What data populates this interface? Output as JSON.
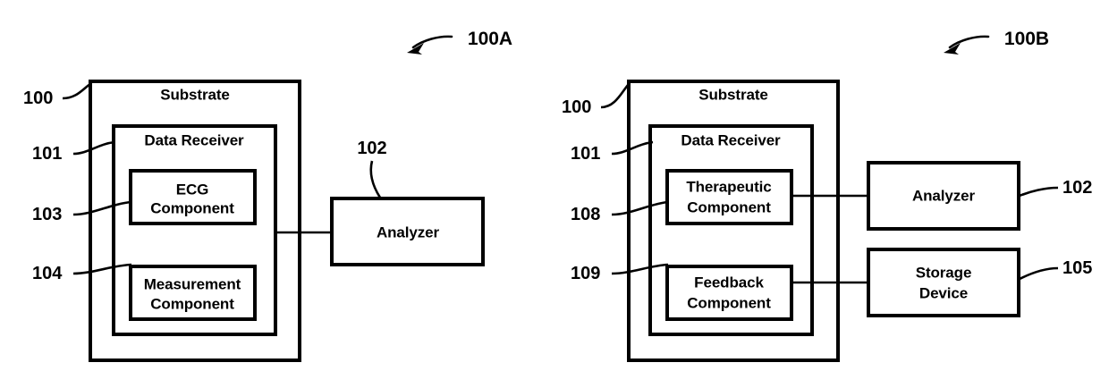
{
  "document": {
    "kind": "patent-figure",
    "background_color": "#ffffff",
    "line_color": "#000000"
  },
  "figures": [
    {
      "id": "figure-100a",
      "tag": "100A",
      "substrate": {
        "label": "Substrate",
        "ref": "100"
      },
      "data_receiver": {
        "label": "Data Receiver",
        "ref": "101"
      },
      "components": [
        {
          "id": "ecg-component",
          "label": "ECG\nComponent",
          "line1": "ECG",
          "line2": "Component",
          "ref": "103"
        },
        {
          "id": "measurement-component",
          "label": "Measurement\nComponent",
          "line1": "Measurement",
          "line2": "Component",
          "ref": "104"
        }
      ],
      "external_blocks": [
        {
          "id": "analyzer",
          "label": "Analyzer",
          "line1": "Analyzer",
          "line2": "",
          "ref": "102"
        }
      ]
    },
    {
      "id": "figure-100b",
      "tag": "100B",
      "substrate": {
        "label": "Substrate",
        "ref": "100"
      },
      "data_receiver": {
        "label": "Data Receiver",
        "ref": "101"
      },
      "components": [
        {
          "id": "therapeutic-component",
          "label": "Therapeutic\nComponent",
          "line1": "Therapeutic",
          "line2": "Component",
          "ref": "108"
        },
        {
          "id": "feedback-component",
          "label": "Feedback\nComponent",
          "line1": "Feedback",
          "line2": "Component",
          "ref": "109"
        }
      ],
      "external_blocks": [
        {
          "id": "analyzer",
          "label": "Analyzer",
          "line1": "Analyzer",
          "line2": "",
          "ref": "102"
        },
        {
          "id": "storage-device",
          "label": "Storage\nDevice",
          "line1": "Storage",
          "line2": "Device",
          "ref": "105"
        }
      ]
    }
  ]
}
